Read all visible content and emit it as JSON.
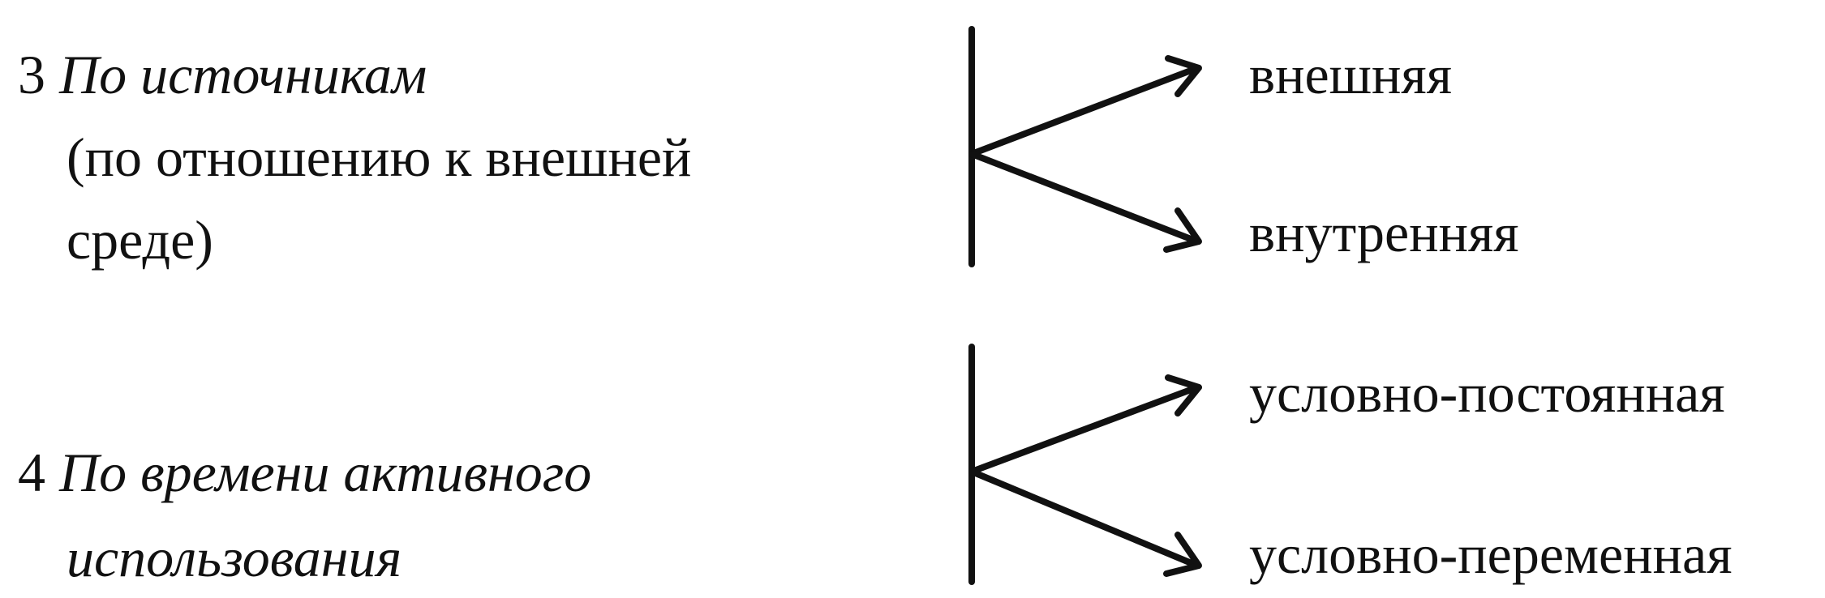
{
  "groups": [
    {
      "number": "3",
      "title": "По источникам",
      "subtitle_line1": "(по отношению к внешней",
      "subtitle_line2": "среде)",
      "options": [
        "внешняя",
        "внутренняя"
      ]
    },
    {
      "number": "4",
      "title": "По времени активного",
      "title_line2": "использования",
      "options": [
        "условно-постоянная",
        "условно-переменная"
      ]
    }
  ],
  "colors": {
    "ink": "#111111",
    "background": "#ffffff"
  }
}
